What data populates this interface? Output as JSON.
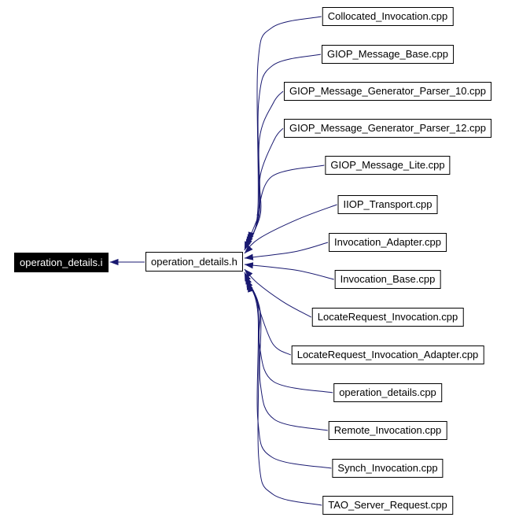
{
  "graph": {
    "kind": "include-dependency-graph",
    "current_file": {
      "label": "operation_details.i"
    },
    "header_file": {
      "label": "operation_details.h"
    },
    "includer_files": [
      "Collocated_Invocation.cpp",
      "GIOP_Message_Base.cpp",
      "GIOP_Message_Generator_Parser_10.cpp",
      "GIOP_Message_Generator_Parser_12.cpp",
      "GIOP_Message_Lite.cpp",
      "IIOP_Transport.cpp",
      "Invocation_Adapter.cpp",
      "Invocation_Base.cpp",
      "LocateRequest_Invocation.cpp",
      "LocateRequest_Invocation_Adapter.cpp",
      "operation_details.cpp",
      "Remote_Invocation.cpp",
      "Synch_Invocation.cpp",
      "TAO_Server_Request.cpp"
    ],
    "colors": {
      "edge": "#191970",
      "node_border": "#000000",
      "node_background": "#ffffff",
      "node_text": "#000000",
      "current_node_background": "#000000",
      "current_node_text": "#ffffff",
      "page_background": "#ffffff"
    }
  }
}
